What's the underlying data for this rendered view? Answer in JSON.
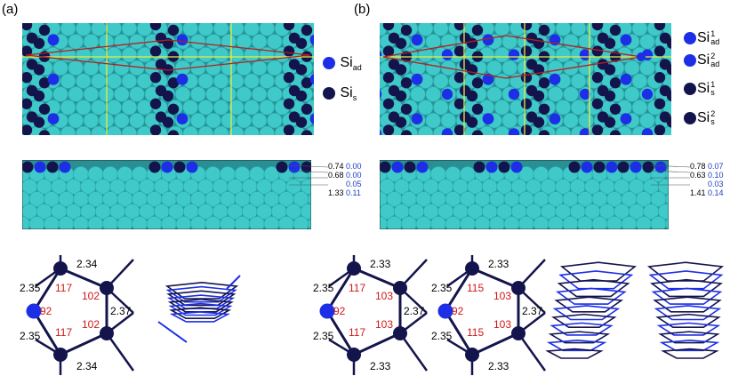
{
  "colors": {
    "substrate": "#3fc9c9",
    "si_ad": "#1c2fe6",
    "si_s": "#14144d",
    "cell": "#b4201c",
    "grid": "#e8ee40",
    "angle_text": "#d01818",
    "height_blue": "#1f3fbf"
  },
  "panels": [
    {
      "label": "(a)",
      "legend": [
        {
          "base": "Si",
          "sub": "ad",
          "sup": "",
          "icon": "si-ad-ball-icon"
        },
        {
          "base": "Si",
          "sub": "s",
          "sup": "",
          "icon": "si-s-ball-icon"
        }
      ],
      "heights": [
        {
          "black": "0.74",
          "blue": "0.00"
        },
        {
          "black": "0.68",
          "blue": "0.00"
        },
        {
          "black": "",
          "blue": "0.05"
        },
        {
          "black": "1.33",
          "blue": "0.11"
        }
      ],
      "structures": [
        {
          "bonds": [
            "2.34",
            "2.35",
            "2.37",
            "2.35",
            "2.34"
          ],
          "angles": [
            "117",
            "102",
            "92",
            "102",
            "117"
          ]
        }
      ]
    },
    {
      "label": "(b)",
      "legend": [
        {
          "base": "Si",
          "sub": "ad",
          "sup": "1",
          "icon": "si-ad1-ball-icon"
        },
        {
          "base": "Si",
          "sub": "ad",
          "sup": "2",
          "icon": "si-ad2-ball-icon"
        },
        {
          "base": "Si",
          "sub": "s",
          "sup": "1",
          "icon": "si-s1-ball-icon"
        },
        {
          "base": "Si",
          "sub": "s",
          "sup": "2",
          "icon": "si-s2-ball-icon"
        }
      ],
      "heights": [
        {
          "black": "0.78",
          "blue": "0.07"
        },
        {
          "black": "0.63",
          "blue": "0.10"
        },
        {
          "black": "",
          "blue": "0.03"
        },
        {
          "black": "1.41",
          "blue": "0.14"
        }
      ],
      "structures": [
        {
          "bonds": [
            "2.33",
            "2.35",
            "2.37",
            "2.35",
            "2.33"
          ],
          "angles": [
            "117",
            "103",
            "92",
            "103",
            "117"
          ]
        },
        {
          "bonds": [
            "2.33",
            "2.35",
            "2.37",
            "2.35",
            "2.33"
          ],
          "angles": [
            "115",
            "103",
            "92",
            "103",
            "115"
          ]
        }
      ]
    }
  ]
}
